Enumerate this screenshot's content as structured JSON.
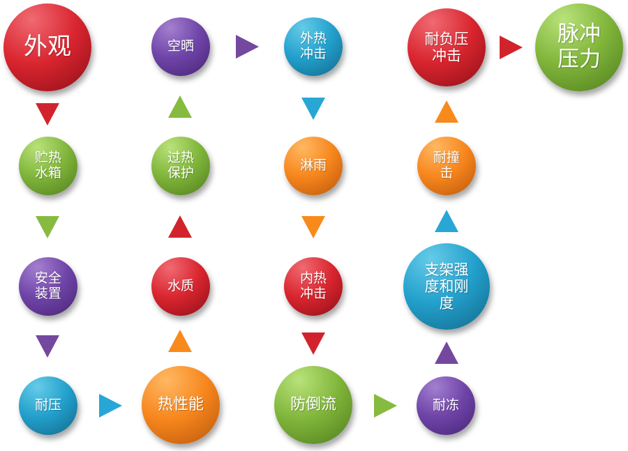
{
  "nodes": [
    {
      "id": "appearance",
      "label": "外观",
      "color": "red"
    },
    {
      "id": "hot-water-tank",
      "label": "贮热\n水箱",
      "color": "green"
    },
    {
      "id": "safety-device",
      "label": "安全\n装置",
      "color": "purple"
    },
    {
      "id": "pressure-resistance",
      "label": "耐压",
      "color": "blue"
    },
    {
      "id": "thermal-performance",
      "label": "热性能",
      "color": "orange"
    },
    {
      "id": "water-quality",
      "label": "水质",
      "color": "red"
    },
    {
      "id": "overheat-protection",
      "label": "过热\n保护",
      "color": "green"
    },
    {
      "id": "empty-exposure",
      "label": "空晒",
      "color": "purple"
    },
    {
      "id": "external-thermal-shock",
      "label": "外热\n冲击",
      "color": "blue"
    },
    {
      "id": "rain",
      "label": "淋雨",
      "color": "orange"
    },
    {
      "id": "internal-thermal-shock",
      "label": "内热\n冲击",
      "color": "red"
    },
    {
      "id": "backflow-prevention",
      "label": "防倒流",
      "color": "green"
    },
    {
      "id": "freeze-resistance",
      "label": "耐冻",
      "color": "purple"
    },
    {
      "id": "bracket-strength-rigidity",
      "label": "支架强\n度和刚\n度",
      "color": "blue"
    },
    {
      "id": "impact-resistance",
      "label": "耐撞\n击",
      "color": "orange"
    },
    {
      "id": "negative-pressure-shock",
      "label": "耐负压\n冲击",
      "color": "red"
    },
    {
      "id": "pulse-pressure",
      "label": "脉冲\n压力",
      "color": "green"
    }
  ],
  "arrows": [
    {
      "id": "appearance-to-tank",
      "direction": "down",
      "color": "red"
    },
    {
      "id": "tank-to-safety",
      "direction": "down",
      "color": "green"
    },
    {
      "id": "safety-to-pressure",
      "direction": "down",
      "color": "purple"
    },
    {
      "id": "pressure-to-thermal",
      "direction": "right",
      "color": "blue"
    },
    {
      "id": "thermal-to-water-quality",
      "direction": "up",
      "color": "orange"
    },
    {
      "id": "water-quality-to-overheat",
      "direction": "up",
      "color": "red"
    },
    {
      "id": "overheat-to-empty-exposure",
      "direction": "up",
      "color": "green"
    },
    {
      "id": "empty-exposure-to-external-shock",
      "direction": "right",
      "color": "purple"
    },
    {
      "id": "external-shock-to-rain",
      "direction": "down",
      "color": "blue"
    },
    {
      "id": "rain-to-internal-shock",
      "direction": "down",
      "color": "orange"
    },
    {
      "id": "internal-shock-to-backflow",
      "direction": "down",
      "color": "red"
    },
    {
      "id": "backflow-to-freeze",
      "direction": "right",
      "color": "green"
    },
    {
      "id": "freeze-to-bracket",
      "direction": "up",
      "color": "purple"
    },
    {
      "id": "bracket-to-impact",
      "direction": "up",
      "color": "blue"
    },
    {
      "id": "impact-to-negative-pressure",
      "direction": "up",
      "color": "orange"
    },
    {
      "id": "negative-pressure-to-pulse",
      "direction": "right",
      "color": "red"
    }
  ],
  "palette": {
    "red": {
      "light": "#f06a72",
      "mid": "#d9252f",
      "dark": "#8e0f17",
      "arrow": "#d2232c"
    },
    "green": {
      "light": "#b9e27a",
      "mid": "#80b53a",
      "dark": "#4f7d1e",
      "arrow": "#86bb3f"
    },
    "purple": {
      "light": "#a37fcf",
      "mid": "#6f44a8",
      "dark": "#472474",
      "arrow": "#74489f"
    },
    "blue": {
      "light": "#66cbe8",
      "mid": "#22a0cc",
      "dark": "#13688a",
      "arrow": "#28a7d6"
    },
    "orange": {
      "light": "#ffb862",
      "mid": "#f7861d",
      "dark": "#b8570b",
      "arrow": "#f88a1c"
    }
  }
}
